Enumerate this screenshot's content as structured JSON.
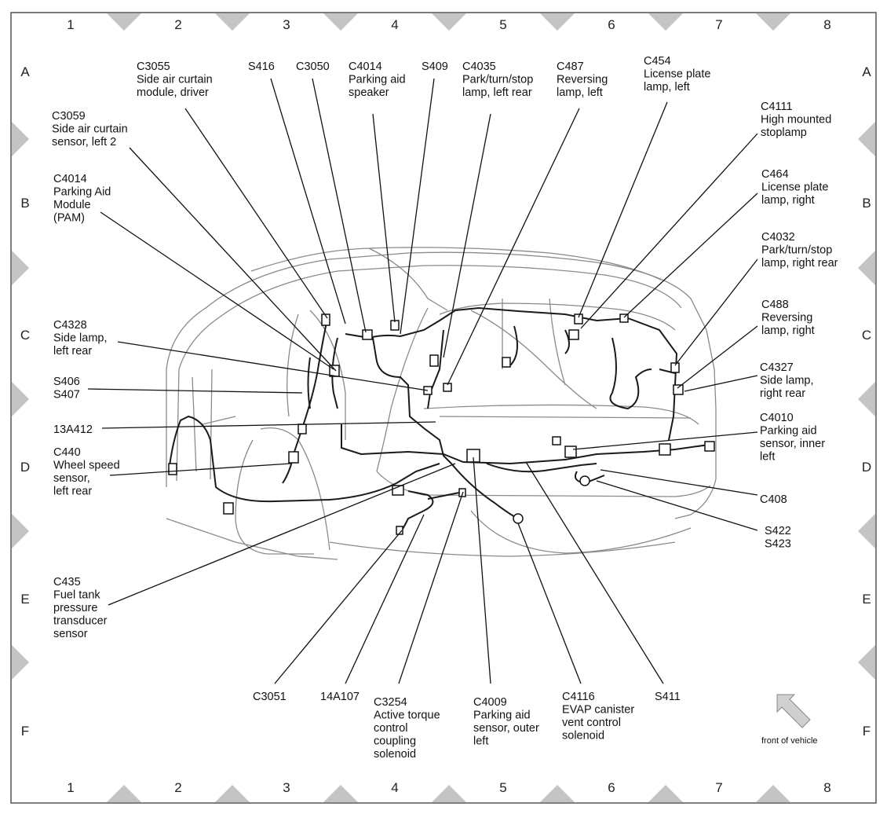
{
  "columns": [
    "1",
    "2",
    "3",
    "4",
    "5",
    "6",
    "7",
    "8"
  ],
  "rows": [
    "A",
    "B",
    "C",
    "D",
    "E",
    "F"
  ],
  "callouts": {
    "c3055": [
      "C3055",
      "Side air curtain",
      "module, driver"
    ],
    "s416": [
      "S416"
    ],
    "c3050": [
      "C3050"
    ],
    "c4014_spk": [
      "C4014",
      "Parking aid",
      "speaker"
    ],
    "s409": [
      "S409"
    ],
    "c4035": [
      "C4035",
      "Park/turn/stop",
      "lamp, left rear"
    ],
    "c487": [
      "C487",
      "Reversing",
      "lamp, left"
    ],
    "c454": [
      "C454",
      "License plate",
      "lamp, left"
    ],
    "c3059": [
      "C3059",
      "Side air curtain",
      "sensor, left 2"
    ],
    "c4111": [
      "C4111",
      "High mounted",
      "stoplamp"
    ],
    "c4014_pam": [
      "C4014",
      "Parking Aid",
      "Module",
      "(PAM)"
    ],
    "c464": [
      "C464",
      "License plate",
      "lamp, right"
    ],
    "c4032": [
      "C4032",
      "Park/turn/stop",
      "lamp, right rear"
    ],
    "c4328": [
      "C4328",
      "Side lamp,",
      "left rear"
    ],
    "c488": [
      "C488",
      "Reversing",
      "lamp, right"
    ],
    "c4327": [
      "C4327",
      "Side lamp,",
      "right rear"
    ],
    "s406": [
      "S406",
      "S407"
    ],
    "13a412": [
      "13A412"
    ],
    "c4010": [
      "C4010",
      "Parking aid",
      "sensor, inner",
      "left"
    ],
    "c440": [
      "C440",
      "Wheel speed",
      "sensor,",
      "left rear"
    ],
    "c408": [
      "C408"
    ],
    "s422": [
      "S422",
      "S423"
    ],
    "c435": [
      "C435",
      "Fuel tank",
      "pressure",
      "transducer",
      "sensor"
    ],
    "c3051": [
      "C3051"
    ],
    "14a107": [
      "14A107"
    ],
    "c3254": [
      "C3254",
      "Active torque",
      "control",
      "coupling",
      "solenoid"
    ],
    "c4009": [
      "C4009",
      "Parking aid",
      "sensor, outer",
      "left"
    ],
    "c4116": [
      "C4116",
      "EVAP canister",
      "vent control",
      "solenoid"
    ],
    "s411": [
      "S411"
    ]
  },
  "front_label": "front of vehicle",
  "colors": {
    "line": "#111111",
    "vehicle": "#8a8a8a",
    "marker": "#c4c4c4",
    "harness": "#1a1a1a"
  }
}
